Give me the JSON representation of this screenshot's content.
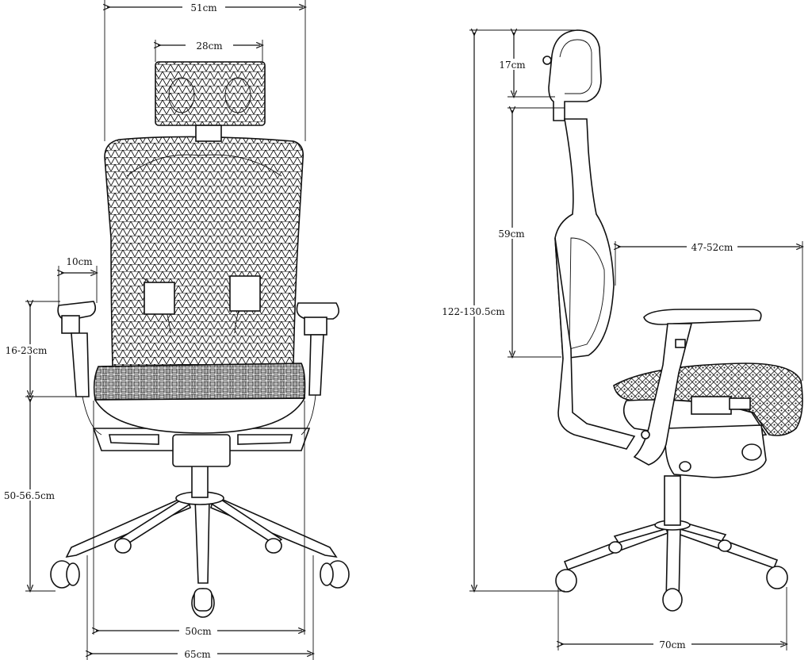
{
  "front_view": {
    "overall_width": "51cm",
    "headrest_width": "28cm",
    "armrest_width": "10cm",
    "armrest_height": "16-23cm",
    "seat_height": "50-56.5cm",
    "seat_width": "50cm",
    "base_width": "65cm"
  },
  "side_view": {
    "headrest_height": "17cm",
    "backrest_height": "59cm",
    "total_height": "122-130.5cm",
    "seat_depth": "47-52cm",
    "base_depth": "70cm"
  },
  "colors": {
    "line": "#111111",
    "background": "#ffffff"
  }
}
